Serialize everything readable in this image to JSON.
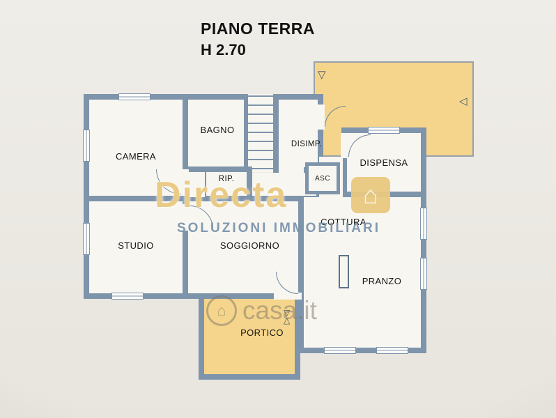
{
  "title": {
    "line1": "PIANO TERRA",
    "line2": "H 2.70"
  },
  "rooms": {
    "camera": "CAMERA",
    "bagno": "BAGNO",
    "rip": "RIP.",
    "disimp": "DISIMP.",
    "asc": "ASC",
    "dispensa": "DISPENSA",
    "studio": "STUDIO",
    "soggiorno": "SOGGIORNO",
    "cottura": "COTTURA",
    "pranzo": "PRANZO",
    "portico": "PORTICO"
  },
  "watermark": {
    "brand": "Directa",
    "tagline": "SOLUZIONI IMMOBILIARI",
    "site": "casa.it"
  },
  "icons": {
    "arrow_down": "▽",
    "arrow_left": "◁",
    "tri_up": "△",
    "tri_down": "▽",
    "house": "⌂"
  },
  "colors": {
    "wall": "#7e94ab",
    "room_fill": "#f8f6f1",
    "terrace_fill": "#f5d58b",
    "paper": "#ebe8e1",
    "watermark_brand": "#e9c87f",
    "watermark_tagline": "#7b93ad"
  }
}
